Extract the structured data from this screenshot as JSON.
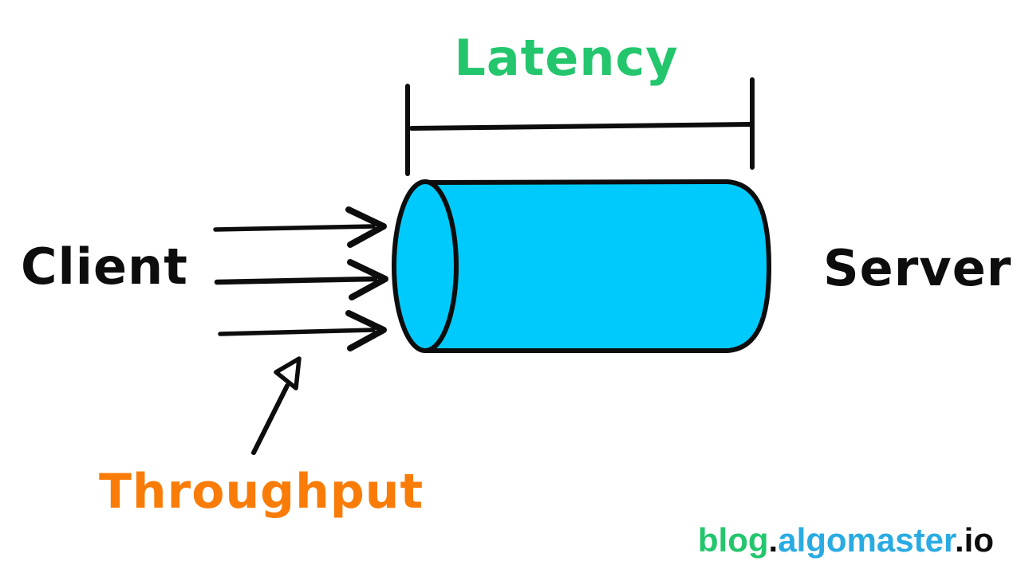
{
  "diagram": {
    "latency_label": "Latency",
    "client_label": "Client",
    "server_label": "Server",
    "throughput_label": "Throughput"
  },
  "watermark": {
    "blog": "blog",
    "dot1": ".",
    "algomaster": "algomaster",
    "dot2": ".",
    "io": "io"
  },
  "colors": {
    "ink": "#0d0d0d",
    "green": "#24c66d",
    "orange": "#f97c09",
    "cyan": "#00cafb",
    "blue": "#29abe2"
  }
}
